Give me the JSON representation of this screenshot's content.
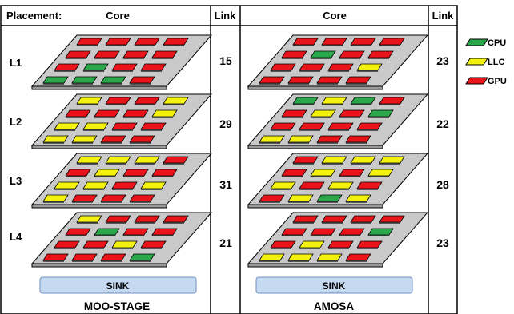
{
  "header": {
    "placement_label": "Placement:",
    "core_label_left": "Core",
    "link_label_left": "Link",
    "core_label_right": "Core",
    "link_label_right": "Link"
  },
  "colors": {
    "cpu": "#2aa84a",
    "llc": "#f2f20e",
    "gpu": "#e8141a",
    "plate": "#c9c9c9",
    "sink_fill": "#c5d9f1",
    "sink_stroke": "#6f8fc0"
  },
  "legend": [
    {
      "key": "C",
      "label": "CPU"
    },
    {
      "key": "L",
      "label": "LLC"
    },
    {
      "key": "G",
      "label": "GPU"
    }
  ],
  "rows": [
    {
      "level": "L1",
      "link_left": "15",
      "link_right": "23"
    },
    {
      "level": "L2",
      "link_left": "29",
      "link_right": "22"
    },
    {
      "level": "L3",
      "link_left": "31",
      "link_right": "28"
    },
    {
      "level": "L4",
      "link_left": "21",
      "link_right": "23"
    }
  ],
  "placements": [
    {
      "name": "MOO-STAGE",
      "sink_label": "SINK",
      "layers": [
        [
          [
            "G",
            "G",
            "G",
            "G"
          ],
          [
            "G",
            "G",
            "G",
            "G"
          ],
          [
            "G",
            "C",
            "G",
            "G"
          ],
          [
            "C",
            "C",
            "C",
            "G"
          ]
        ],
        [
          [
            "L",
            "G",
            "G",
            "L"
          ],
          [
            "G",
            "G",
            "G",
            "L"
          ],
          [
            "L",
            "L",
            "G",
            "G"
          ],
          [
            "L",
            "L",
            "G",
            "G"
          ]
        ],
        [
          [
            "L",
            "L",
            "L",
            "G"
          ],
          [
            "G",
            "L",
            "G",
            "G"
          ],
          [
            "L",
            "L",
            "G",
            "L"
          ],
          [
            "L",
            "G",
            "G",
            "G"
          ]
        ],
        [
          [
            "L",
            "G",
            "G",
            "G"
          ],
          [
            "G",
            "C",
            "G",
            "G"
          ],
          [
            "G",
            "G",
            "L",
            "G"
          ],
          [
            "G",
            "G",
            "G",
            "C"
          ]
        ]
      ]
    },
    {
      "name": "AMOSA",
      "sink_label": "SINK",
      "layers": [
        [
          [
            "G",
            "G",
            "G",
            "G"
          ],
          [
            "G",
            "C",
            "G",
            "G"
          ],
          [
            "G",
            "G",
            "G",
            "L"
          ],
          [
            "G",
            "G",
            "G",
            "G"
          ]
        ],
        [
          [
            "C",
            "L",
            "C",
            "G"
          ],
          [
            "G",
            "L",
            "G",
            "C"
          ],
          [
            "G",
            "G",
            "G",
            "G"
          ],
          [
            "L",
            "L",
            "G",
            "G"
          ]
        ],
        [
          [
            "G",
            "L",
            "L",
            "L"
          ],
          [
            "G",
            "L",
            "G",
            "L"
          ],
          [
            "L",
            "G",
            "L",
            "G"
          ],
          [
            "G",
            "L",
            "C",
            "L"
          ]
        ],
        [
          [
            "G",
            "G",
            "G",
            "G"
          ],
          [
            "G",
            "G",
            "G",
            "C"
          ],
          [
            "G",
            "L",
            "G",
            "G"
          ],
          [
            "L",
            "L",
            "L",
            "G"
          ]
        ]
      ]
    }
  ]
}
